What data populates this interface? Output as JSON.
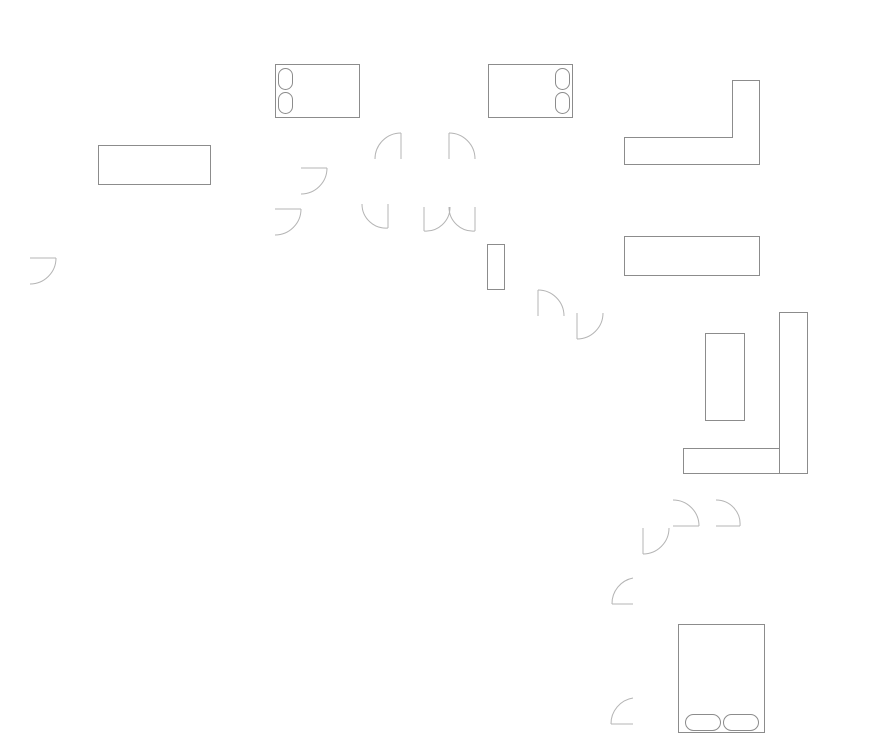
{
  "diagram": {
    "kind": "floor plan",
    "colors": {
      "background": "#ffffff",
      "furniture_stroke": "#8c8c8c",
      "door_swing_stroke": "#b4b4b4"
    },
    "counts": {
      "beds": 3,
      "tables": 3,
      "l_shaped_counters": 2,
      "cabinets": 2,
      "door_swings": 16
    },
    "visible_text": []
  }
}
